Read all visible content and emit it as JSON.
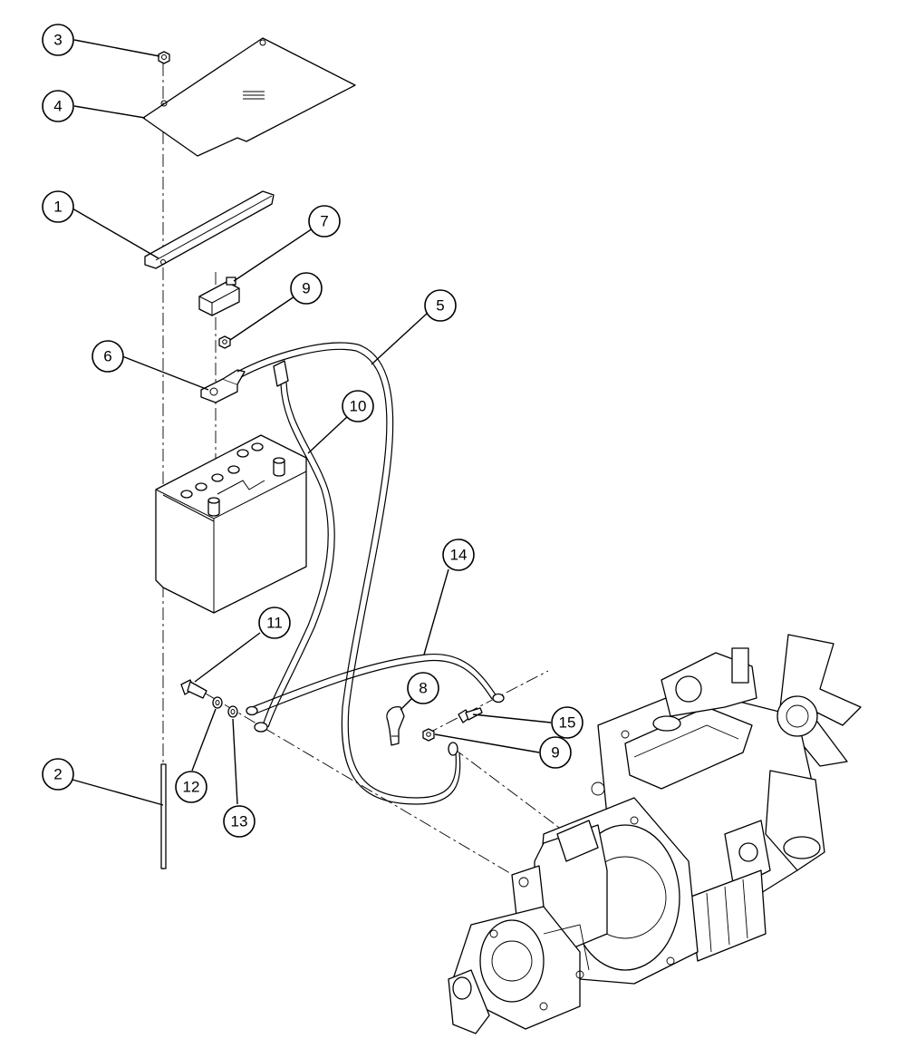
{
  "callouts": [
    {
      "id": "c1",
      "label": "1"
    },
    {
      "id": "c2",
      "label": "2"
    },
    {
      "id": "c3",
      "label": "3"
    },
    {
      "id": "c4",
      "label": "4"
    },
    {
      "id": "c5",
      "label": "5"
    },
    {
      "id": "c6",
      "label": "6"
    },
    {
      "id": "c7",
      "label": "7"
    },
    {
      "id": "c8",
      "label": "8"
    },
    {
      "id": "c9a",
      "label": "9"
    },
    {
      "id": "c9b",
      "label": "9"
    },
    {
      "id": "c10",
      "label": "10"
    },
    {
      "id": "c11",
      "label": "11"
    },
    {
      "id": "c12",
      "label": "12"
    },
    {
      "id": "c13",
      "label": "13"
    },
    {
      "id": "c14",
      "label": "14"
    },
    {
      "id": "c15",
      "label": "15"
    }
  ]
}
